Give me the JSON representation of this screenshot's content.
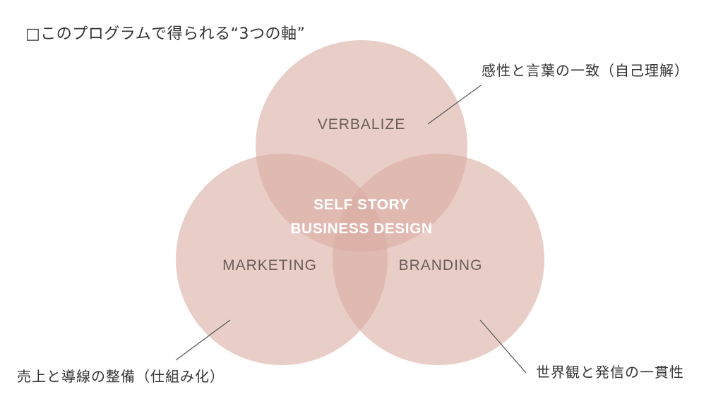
{
  "title": "□このプログラムで得られる“3つの軸”",
  "circles": {
    "top": {
      "label": "VERBALIZE",
      "note": "感性と言葉の一致（自己理解）"
    },
    "left": {
      "label": "MARKETING",
      "note": "売上と導線の整備（仕組み化）"
    },
    "right": {
      "label": "BRANDING",
      "note": "世界観と発信の一貫性"
    }
  },
  "center": {
    "line1": "SELF STORY",
    "line2": "BUSINESS DESIGN"
  },
  "colors": {
    "circle_fill": "#d9aaa0",
    "connector_line": "#555555",
    "axis_text": "#6b5c58",
    "center_text": "#ffffff"
  }
}
